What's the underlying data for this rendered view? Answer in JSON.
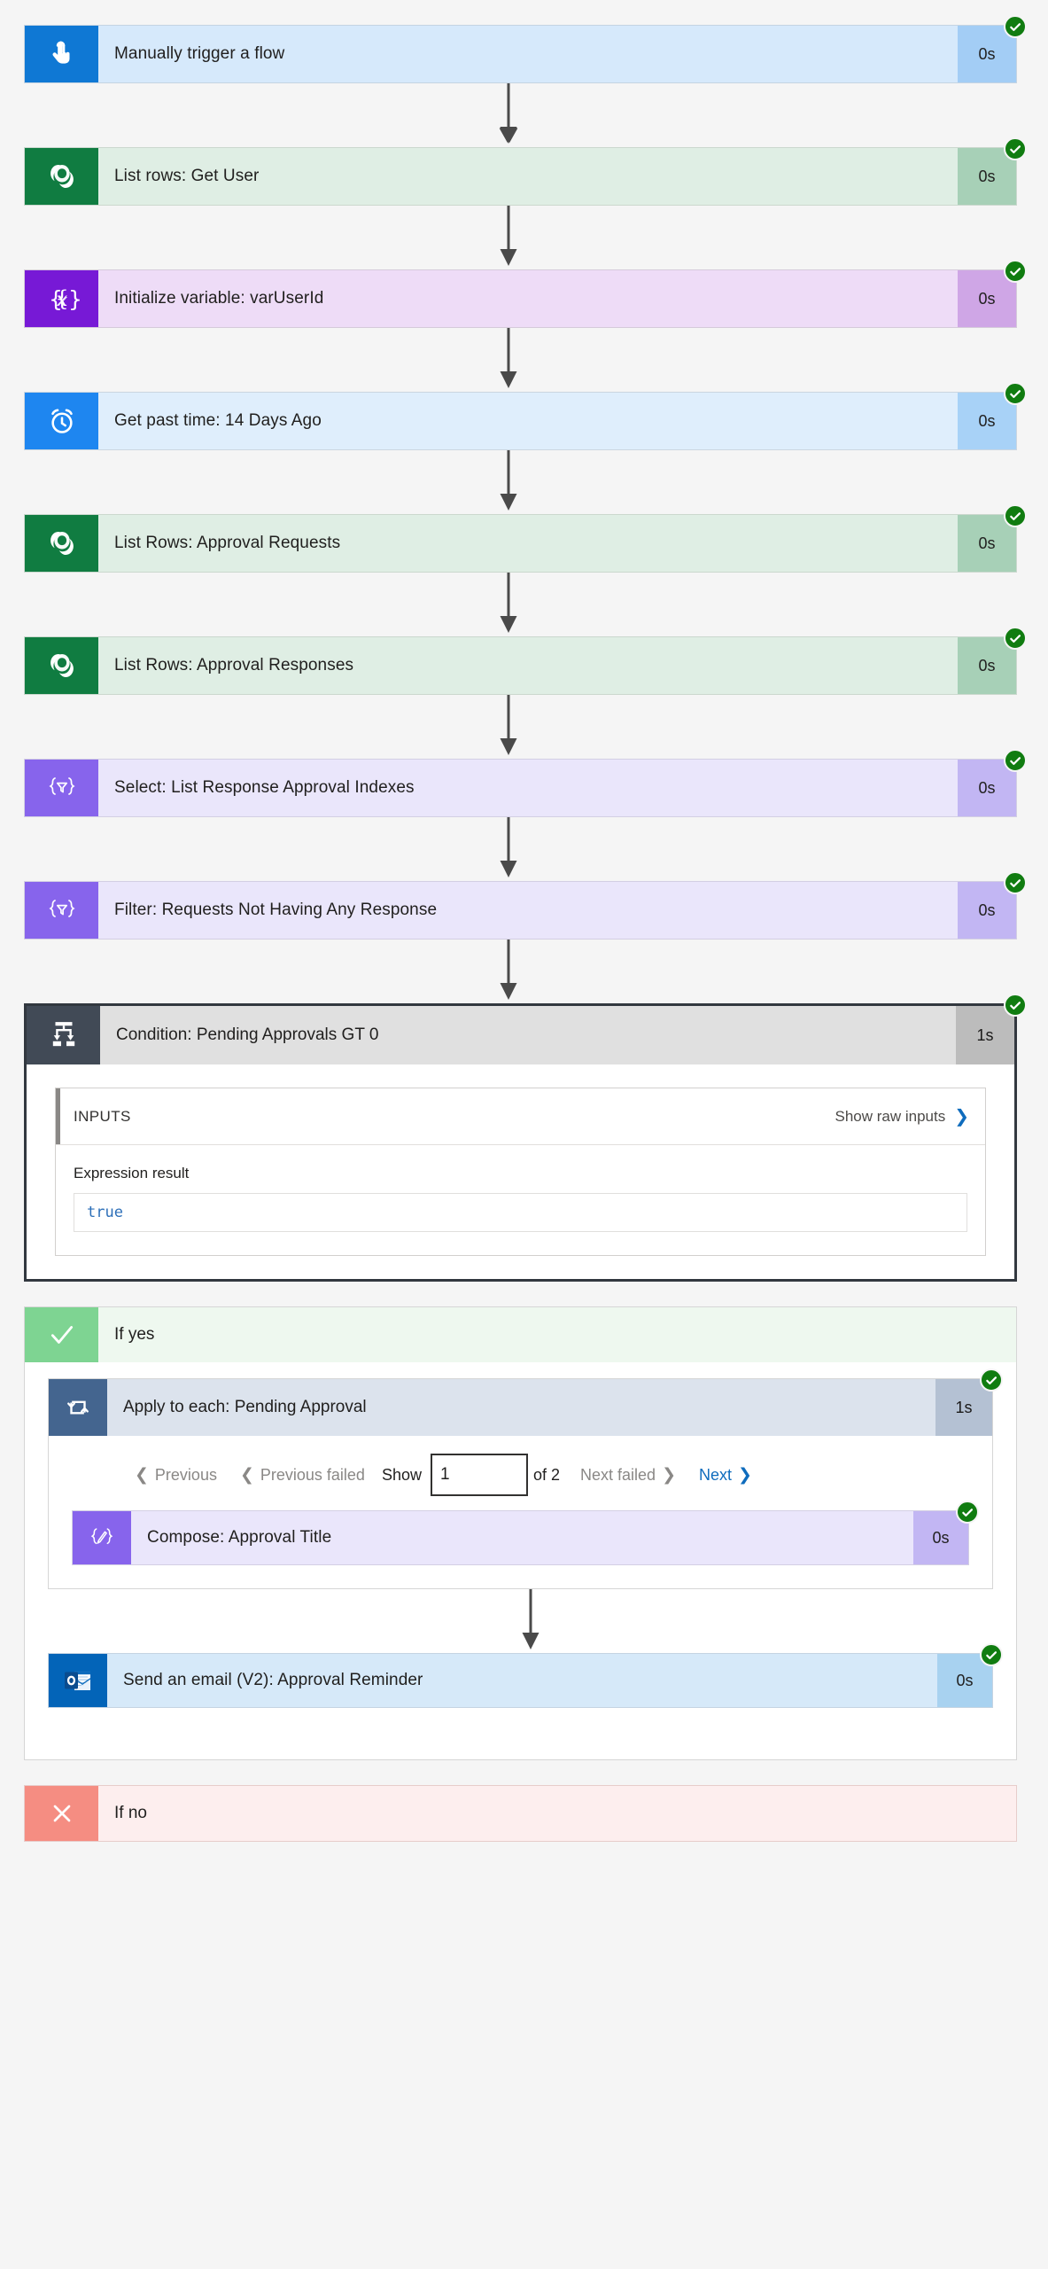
{
  "flow": {
    "status_icon": "check-circle-icon",
    "steps": [
      {
        "id": "manually-trigger-a-flow",
        "label": "Manually trigger a flow",
        "duration": "0s",
        "variant": "v-blue",
        "icon": "tap-finger-icon",
        "status": "succeeded"
      },
      {
        "id": "list-rows-get-user",
        "label": "List rows: Get User",
        "duration": "0s",
        "variant": "v-green",
        "icon": "dataverse-icon",
        "status": "succeeded"
      },
      {
        "id": "initialize-variable-varuserid",
        "label": "Initialize variable: varUserId",
        "duration": "0s",
        "variant": "v-purple",
        "icon": "variable-braces-x-icon",
        "status": "succeeded"
      },
      {
        "id": "get-past-time-14-days-ago",
        "label": "Get past time: 14 Days Ago",
        "duration": "0s",
        "variant": "v-skyblue",
        "icon": "alarm-clock-icon",
        "status": "succeeded"
      },
      {
        "id": "list-rows-approval-requests",
        "label": "List Rows: Approval Requests",
        "duration": "0s",
        "variant": "v-green",
        "icon": "dataverse-icon",
        "status": "succeeded"
      },
      {
        "id": "list-rows-approval-responses",
        "label": "List Rows: Approval Responses",
        "duration": "0s",
        "variant": "v-green",
        "icon": "dataverse-icon",
        "status": "succeeded"
      },
      {
        "id": "select-list-response-approval-indexes",
        "label": "Select: List Response Approval Indexes",
        "duration": "0s",
        "variant": "v-violet",
        "icon": "filter-braces-icon",
        "status": "succeeded"
      },
      {
        "id": "filter-requests-not-having-any-response",
        "label": "Filter: Requests Not Having Any Response",
        "duration": "0s",
        "variant": "v-violet",
        "icon": "filter-braces-icon",
        "status": "succeeded"
      }
    ]
  },
  "condition": {
    "label": "Condition: Pending Approvals GT 0",
    "duration": "1s",
    "icon": "condition-branch-icon",
    "status": "succeeded",
    "inputs": {
      "section_label": "INPUTS",
      "show_raw_label": "Show raw inputs",
      "chevron": "chevron-right-icon",
      "expression_result_label": "Expression result",
      "expression_result_value": "true"
    }
  },
  "branch_yes": {
    "label": "If yes",
    "icon": "checkmark-icon",
    "loop": {
      "label": "Apply to each: Pending Approval",
      "duration": "1s",
      "icon": "loop-repeat-icon",
      "status": "succeeded",
      "pager": {
        "previous_label": "Previous",
        "previous_failed_label": "Previous failed",
        "show_label": "Show",
        "page_value": "1",
        "of_label": "of 2",
        "next_failed_label": "Next failed",
        "next_label": "Next",
        "previous_enabled": false,
        "previous_failed_enabled": false,
        "next_failed_enabled": false,
        "next_enabled": true
      },
      "inner_steps": [
        {
          "id": "compose-approval-title",
          "label": "Compose: Approval Title",
          "duration": "0s",
          "variant": "v-violet",
          "icon": "compose-pencil-braces-icon",
          "status": "succeeded"
        }
      ]
    },
    "after_loop_steps": [
      {
        "id": "send-an-email-v2-approval-reminder",
        "label": "Send an email (V2): Approval Reminder",
        "duration": "0s",
        "variant": "v-outlook",
        "icon": "outlook-icon",
        "status": "succeeded"
      }
    ]
  },
  "branch_no": {
    "label": "If no",
    "icon": "cross-icon"
  },
  "colors": {
    "page_background": "#f5f5f5",
    "success_green": "#107c10",
    "link_blue": "#0f6cbd",
    "yes_green": "#7ed492",
    "no_red": "#f58d82",
    "condition_border": "#32383f"
  }
}
